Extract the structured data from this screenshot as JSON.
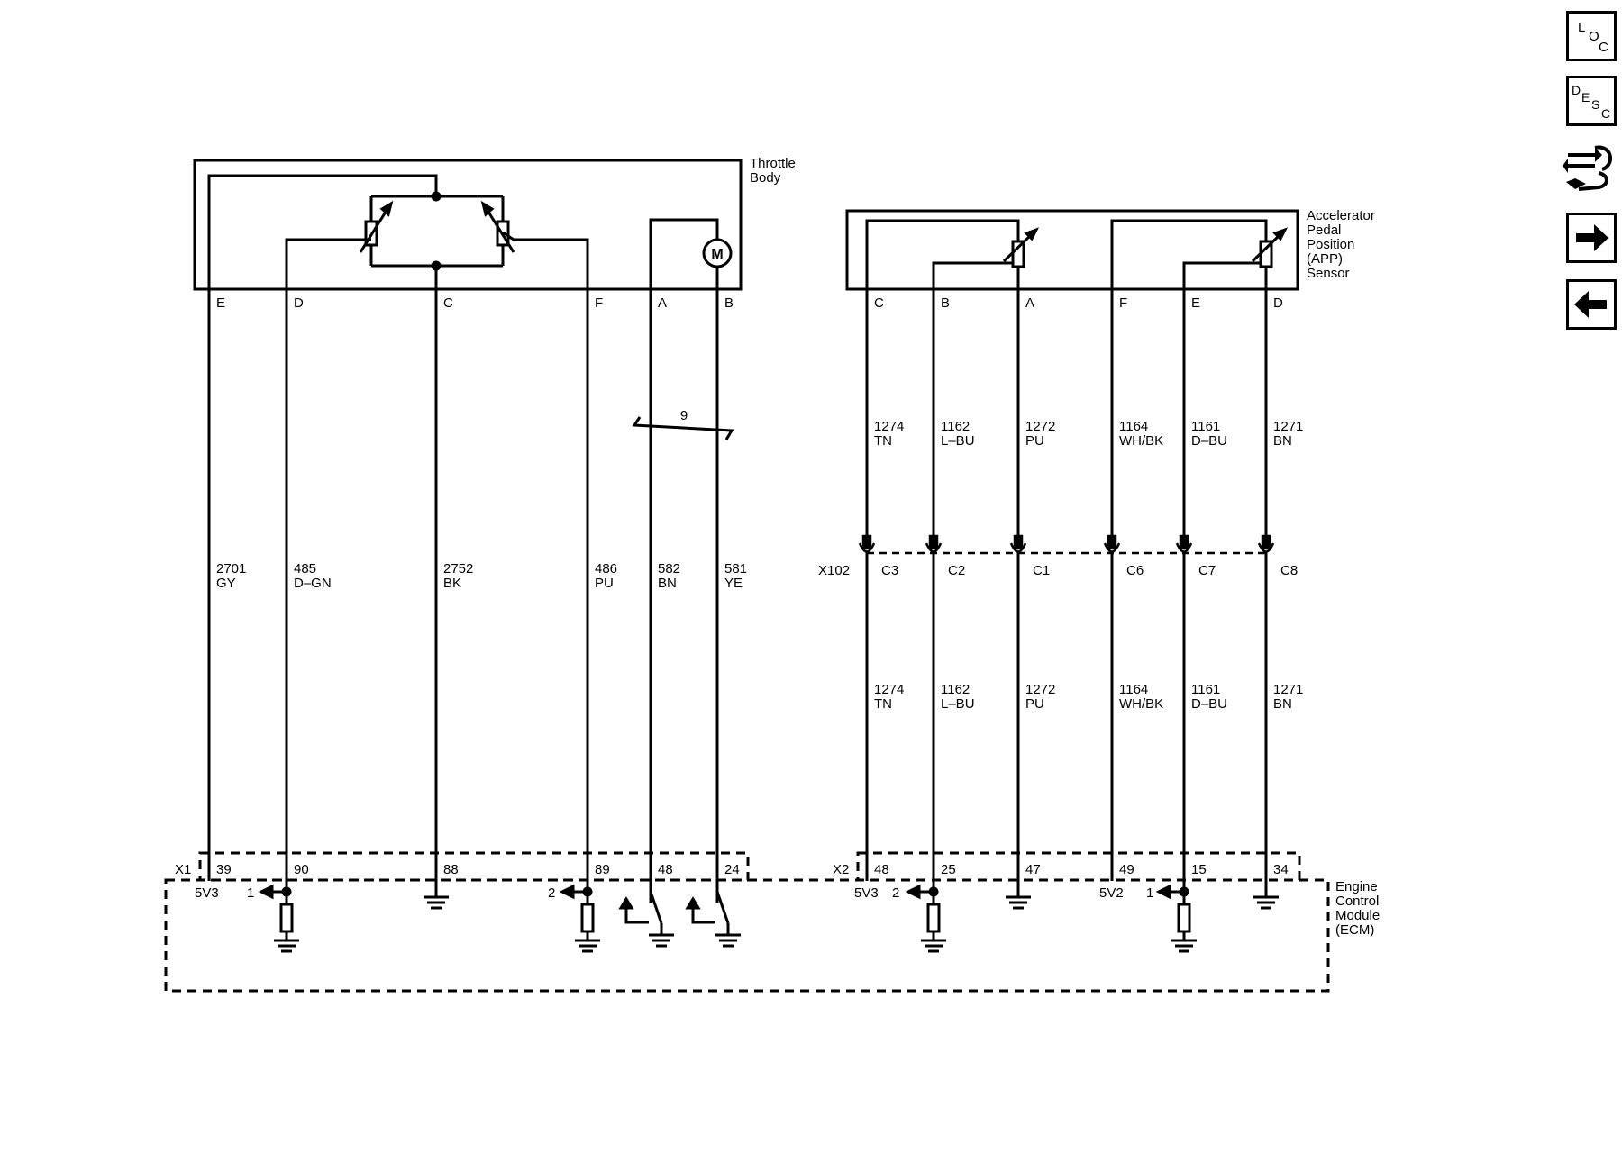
{
  "components": {
    "throttle_body": "Throttle\nBody",
    "app_sensor": "Accelerator\nPedal\nPosition\n(APP)\nSensor",
    "ecm": "Engine\nControl\nModule\n(ECM)"
  },
  "throttle_pins": [
    "E",
    "D",
    "C",
    "F",
    "A",
    "B"
  ],
  "app_pins": [
    "C",
    "B",
    "A",
    "F",
    "E",
    "D"
  ],
  "motor_symbol": "M",
  "twisted_pair_label": "9",
  "throttle_wires": [
    {
      "circuit": "2701",
      "color": "GY",
      "ecm_pin": "39"
    },
    {
      "circuit": "485",
      "color": "D–GN",
      "ecm_pin": "90"
    },
    {
      "circuit": "2752",
      "color": "BK",
      "ecm_pin": "88"
    },
    {
      "circuit": "486",
      "color": "PU",
      "ecm_pin": "89"
    },
    {
      "circuit": "582",
      "color": "BN",
      "ecm_pin": "48"
    },
    {
      "circuit": "581",
      "color": "YE",
      "ecm_pin": "24"
    }
  ],
  "app_wires": [
    {
      "circuit": "1274",
      "color": "TN",
      "inline_pin": "C3",
      "ecm_pin": "48"
    },
    {
      "circuit": "1162",
      "color": "L–BU",
      "inline_pin": "C2",
      "ecm_pin": "25"
    },
    {
      "circuit": "1272",
      "color": "PU",
      "inline_pin": "C1",
      "ecm_pin": "47"
    },
    {
      "circuit": "1164",
      "color": "WH/BK",
      "inline_pin": "C6",
      "ecm_pin": "49"
    },
    {
      "circuit": "1161",
      "color": "D–BU",
      "inline_pin": "C7",
      "ecm_pin": "15"
    },
    {
      "circuit": "1271",
      "color": "BN",
      "inline_pin": "C8",
      "ecm_pin": "34"
    }
  ],
  "connectors": {
    "x1": "X1",
    "x2": "X2",
    "x102": "X102"
  },
  "ecm_internal": {
    "ref_5v3_left": "5V3",
    "ref_5v3_right": "5V3",
    "ref_5v2": "5V2",
    "sig_1": "1",
    "sig_2": "2"
  },
  "nav": {
    "loc_letters": [
      "L",
      "O",
      "C"
    ],
    "desc_letters": [
      "D",
      "E",
      "S",
      "C"
    ]
  }
}
